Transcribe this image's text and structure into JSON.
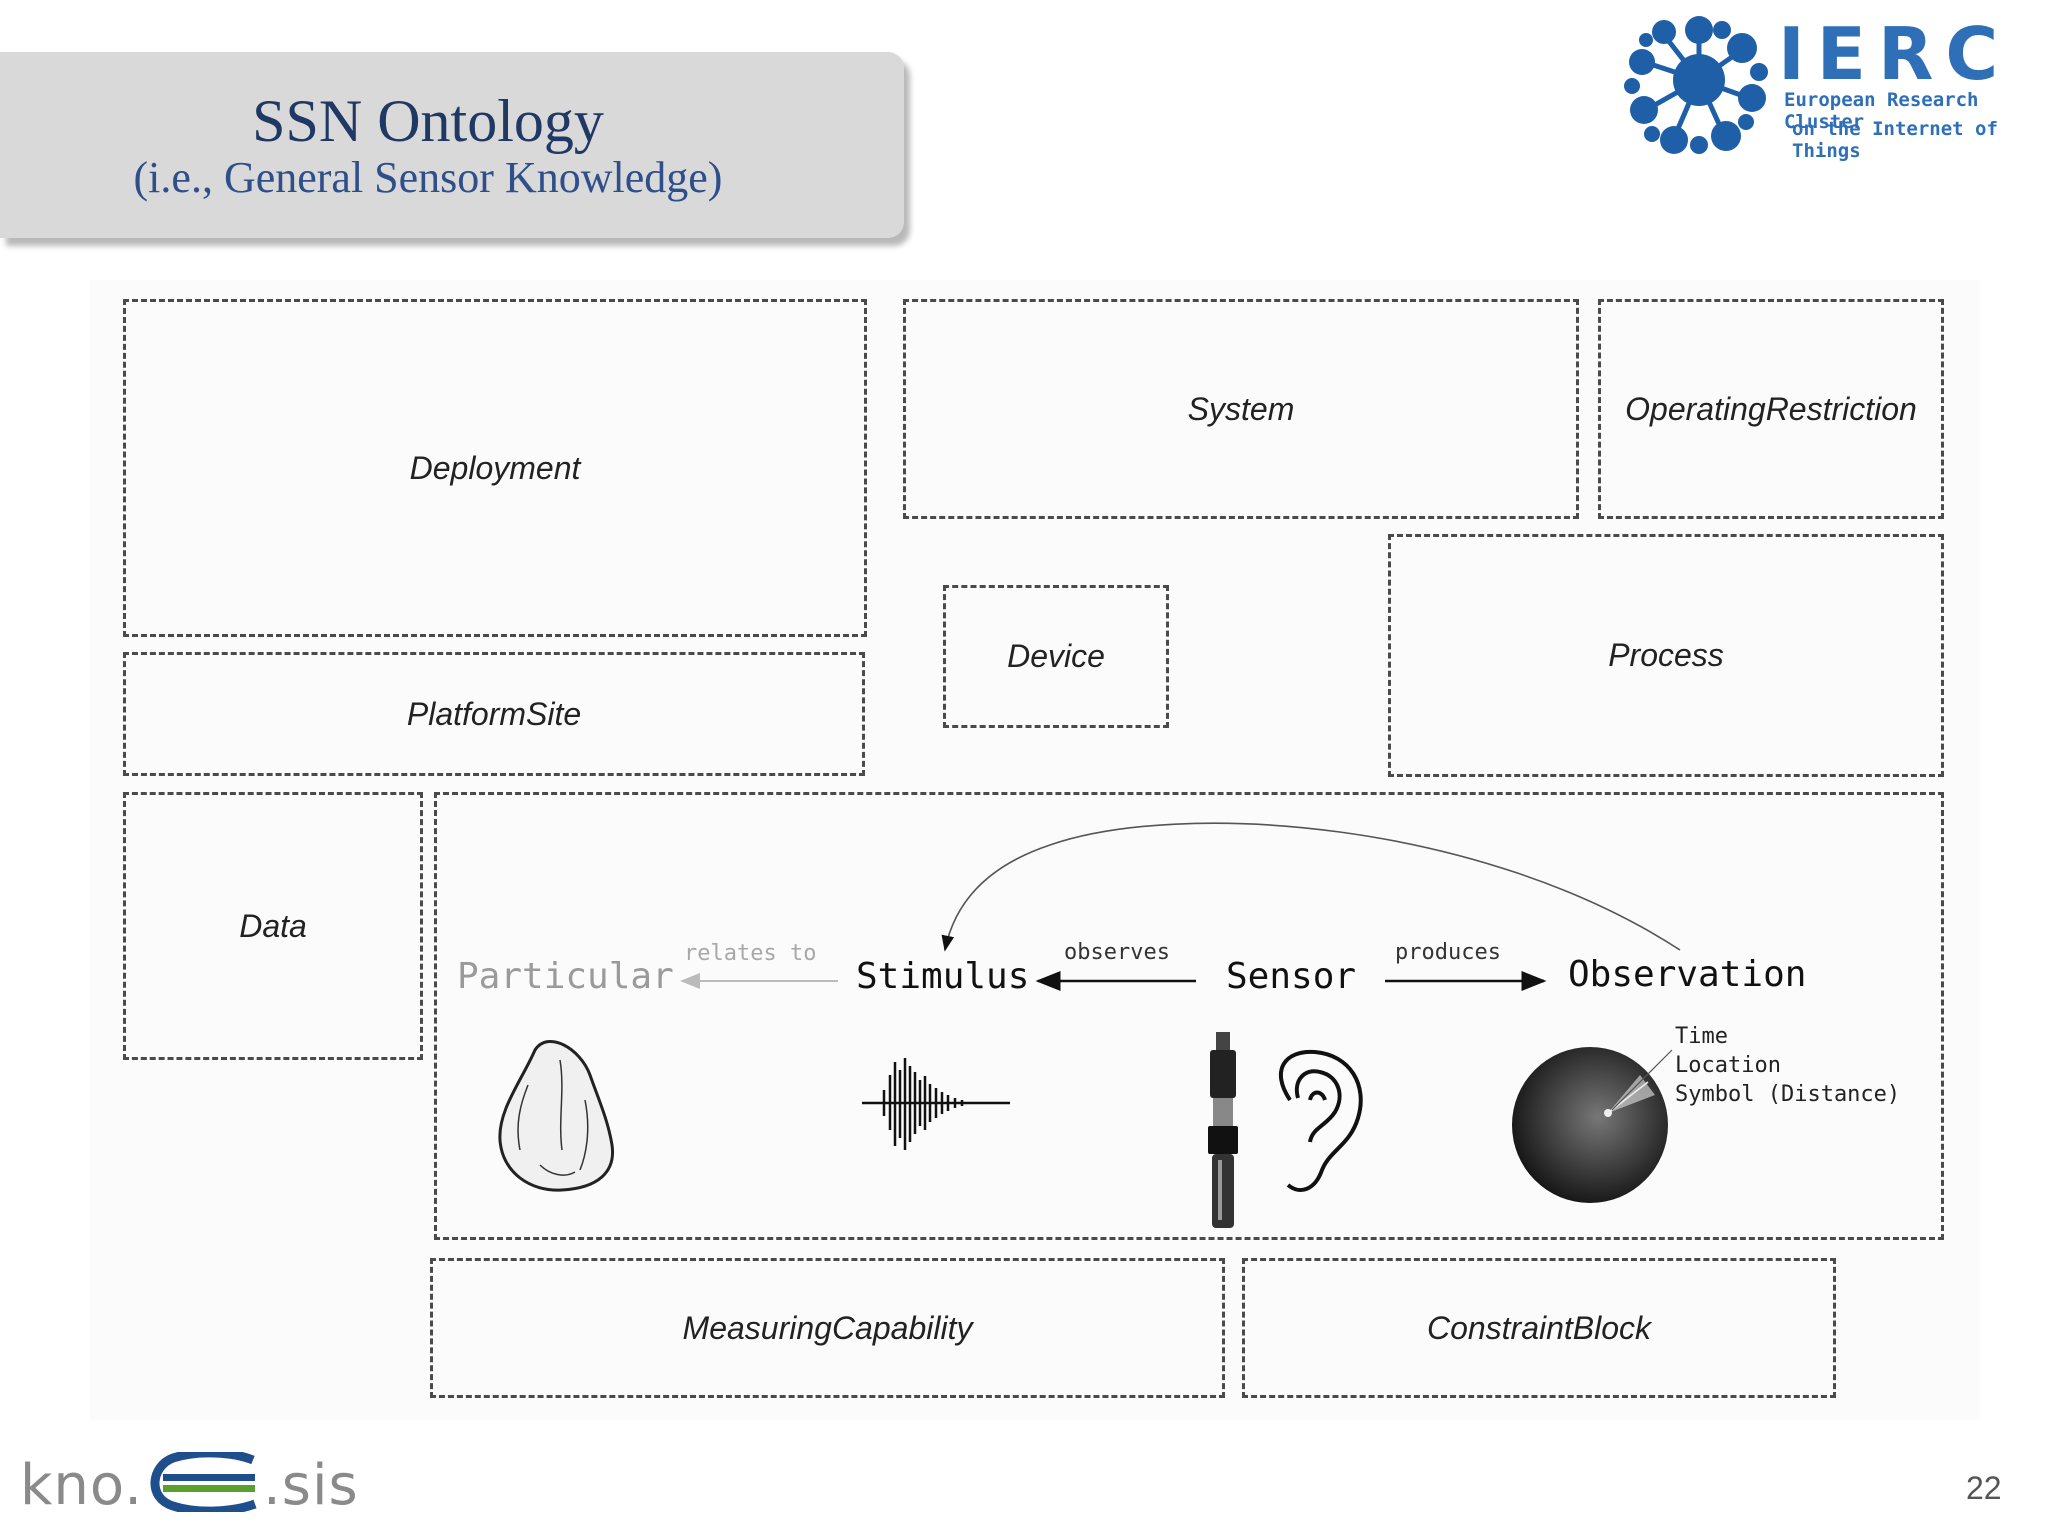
{
  "slide": {
    "title": "SSN Ontology",
    "subtitle": "(i.e., General Sensor Knowledge)",
    "page_number": "22"
  },
  "logo": {
    "name": "IERC",
    "line1": "European Research Cluster",
    "line2": "on the Internet of Things",
    "color": "#2e6fb7"
  },
  "footer_logo": {
    "text_prefix": "kno.",
    "text_suffix": ".sis",
    "colors": [
      "#1f4e8c",
      "#5aa02c"
    ]
  },
  "modules": {
    "deployment": "Deployment",
    "system": "System",
    "operating_restriction": "OperatingRestriction",
    "platform_site": "PlatformSite",
    "device": "Device",
    "process": "Process",
    "data": "Data",
    "measuring_capability": "MeasuringCapability",
    "constraint_block": "ConstraintBlock"
  },
  "skeleton": {
    "particular": "Particular",
    "stimulus": "Stimulus",
    "sensor": "Sensor",
    "observation": "Observation",
    "relates_to": "relates to",
    "observes": "observes",
    "produces": "produces",
    "observation_attributes": [
      "Time",
      "Location",
      "Symbol (Distance)"
    ]
  }
}
